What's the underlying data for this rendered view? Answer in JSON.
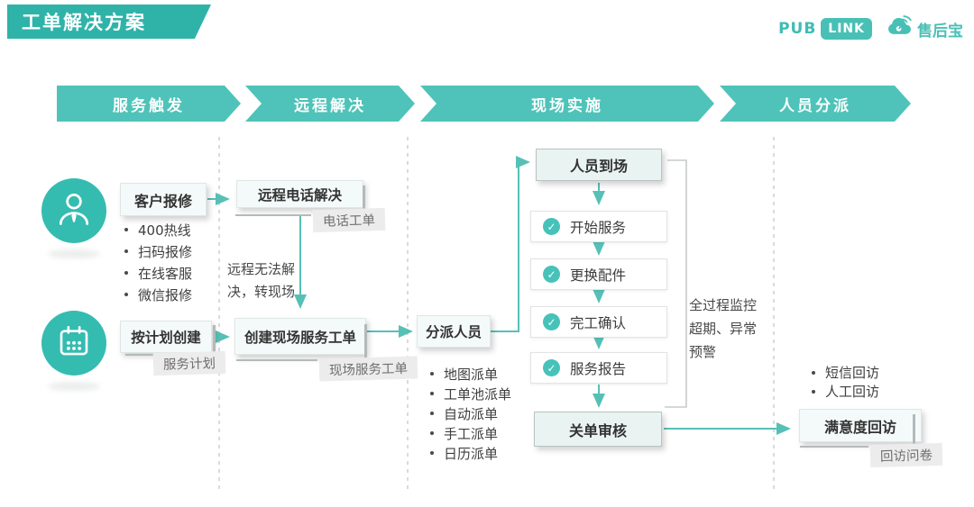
{
  "title": "工单解决方案",
  "brand": {
    "pub": "PUB",
    "link": "LINK",
    "name": "售后宝"
  },
  "stages": [
    {
      "label": "服务触发"
    },
    {
      "label": "远程解决"
    },
    {
      "label": "现场实施"
    },
    {
      "label": "人员分派"
    }
  ],
  "icons": {
    "check": "✓"
  },
  "colors": {
    "teal_title": "#2fb3a9",
    "teal_banner": "#4fc3b9",
    "teal_circle": "#35bcb1",
    "teal_line": "#56c0b6",
    "mint_box": "#e9f3f1",
    "dash_gray": "#cfd3d2"
  },
  "flow": {
    "customer_report": "客户报修",
    "channels": [
      "400热线",
      "扫码报修",
      "在线客服",
      "微信报修"
    ],
    "remote_phone": "远程电话解决",
    "phone_ticket_tag": "电话工单",
    "fallback_note": "远程无法解决，转现场",
    "plan_create": "按计划创建",
    "plan_tag": "服务计划",
    "create_order": "创建现场服务工单",
    "order_tag": "现场服务工单",
    "dispatch": "分派人员",
    "dispatch_methods": [
      "地图派单",
      "工单池派单",
      "自动派单",
      "手工派单",
      "日历派单"
    ],
    "arrive": "人员到场",
    "steps": [
      "开始服务",
      "更换配件",
      "完工确认",
      "服务报告"
    ],
    "close_review": "关单审核",
    "monitor_note": "全过程监控\n超期、异常\n预警",
    "review_methods": [
      "短信回访",
      "人工回访"
    ],
    "satisfaction": "满意度回访",
    "questionnaire_tag": "回访问卷"
  }
}
